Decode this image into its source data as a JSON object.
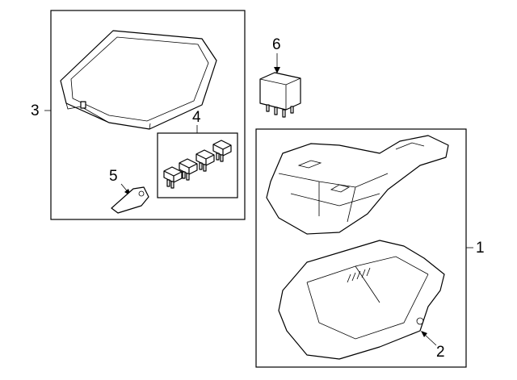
{
  "diagram": {
    "callouts": [
      {
        "id": "1",
        "label": "1",
        "part": "fuse-box-assembly"
      },
      {
        "id": "2",
        "label": "2",
        "part": "fuse-box-lower-housing"
      },
      {
        "id": "3",
        "label": "3",
        "part": "fuse-box-cover"
      },
      {
        "id": "4",
        "label": "4",
        "part": "fuses"
      },
      {
        "id": "5",
        "label": "5",
        "part": "fuse-puller"
      },
      {
        "id": "6",
        "label": "6",
        "part": "relay"
      }
    ]
  }
}
